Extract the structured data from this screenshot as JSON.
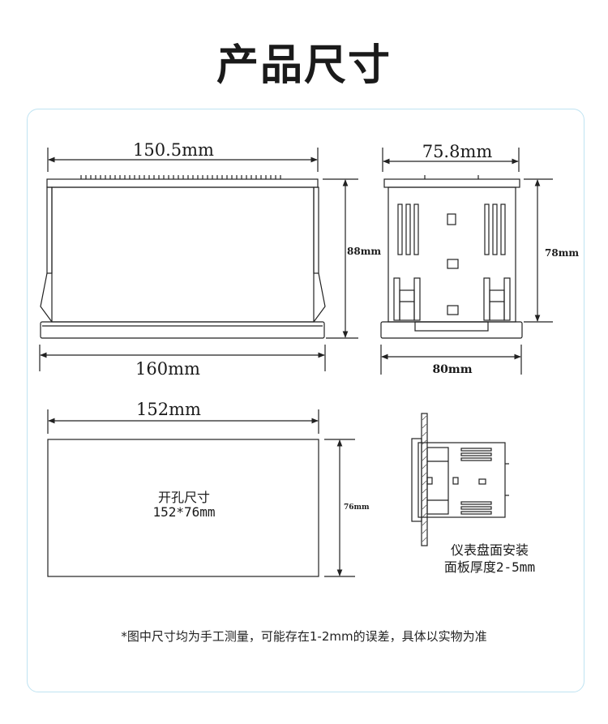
{
  "title": "产品尺寸",
  "front_view": {
    "top_width": "150.5mm",
    "height": "88mm",
    "bottom_width": "160mm"
  },
  "side_view": {
    "top_width": "75.8mm",
    "height": "78mm",
    "bottom_width": "80mm"
  },
  "cutout": {
    "width": "152mm",
    "height": "76mm",
    "label_line1": "开孔尺寸",
    "label_line2": "152*76mm"
  },
  "mount": {
    "label_line1": "仪表盘面安装",
    "label_line2": "面板厚度2-5mm"
  },
  "footnote": "*图中尺寸均为手工测量，可能存在1-2mm的误差，具体以实物为准",
  "colors": {
    "panel_border": "#bfe3f2",
    "line": "#222222"
  }
}
